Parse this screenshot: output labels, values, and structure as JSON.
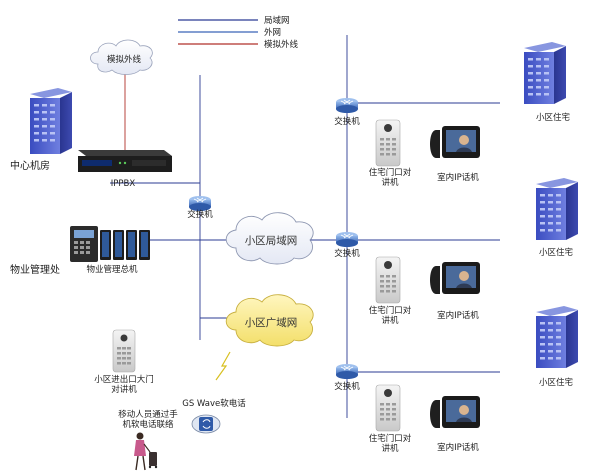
{
  "legend": {
    "lan": "局域网",
    "wan": "外网",
    "pstn": "模拟外线",
    "lan_color": "#2b3b93",
    "wan_color": "#3b63b8",
    "pstn_color": "#b0302a"
  },
  "cloud_pstn": "模拟外线",
  "cloud_lan": "小区局域网",
  "cloud_wan": "小区广域网",
  "data_center": "中心机房",
  "ippbx": "IPPBX",
  "switch_label": "交换机",
  "property_office": "物业管理处",
  "property_host": "物业管理总机",
  "gate_intercom_line1": "小区进出口大门",
  "gate_intercom_line2": "对讲机",
  "softphone_app": "GS Wave软电话",
  "mobile_user_line1": "移动人员通过手",
  "mobile_user_line2": "机软电话联络",
  "door_intercom_line1": "住宅门口对",
  "door_intercom_line2": "讲机",
  "indoor_phone": "室内IP话机",
  "residence": "小区住宅"
}
